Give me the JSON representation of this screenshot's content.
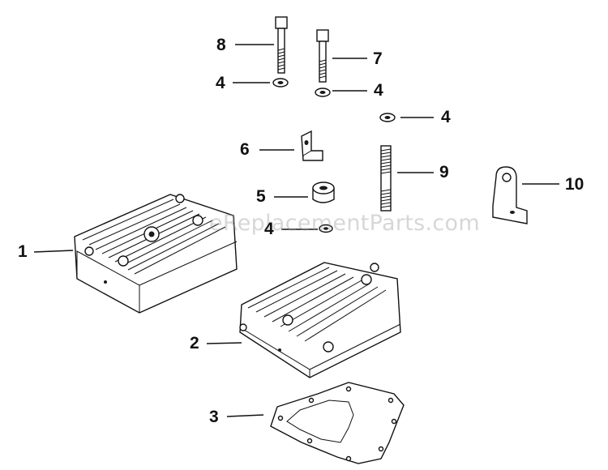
{
  "callouts": {
    "c1": "1",
    "c2": "2",
    "c3": "3",
    "c4a": "4",
    "c4b": "4",
    "c4c": "4",
    "c4d": "4",
    "c5": "5",
    "c6": "6",
    "c7": "7",
    "c8": "8",
    "c9": "9",
    "c10": "10"
  },
  "watermark": "eReplacementParts.com"
}
